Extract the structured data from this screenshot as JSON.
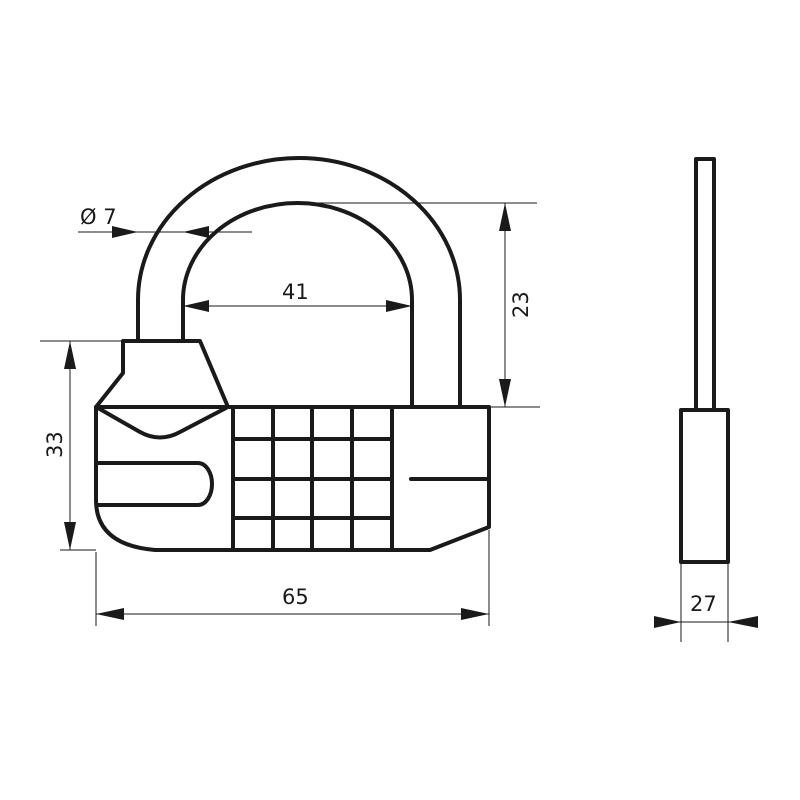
{
  "drawing": {
    "front_view": {
      "dimensions": {
        "shackle_diameter": "Ø 7",
        "shackle_inner_width": "41",
        "shackle_clearance": "23",
        "body_height": "33",
        "body_width": "65"
      }
    },
    "side_view": {
      "dimensions": {
        "body_thickness": "27"
      }
    }
  }
}
